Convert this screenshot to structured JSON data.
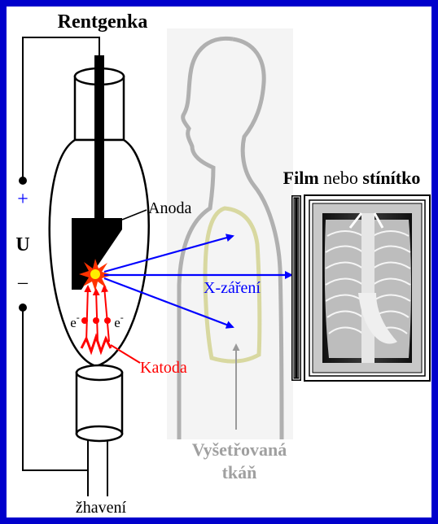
{
  "labels": {
    "title": "Rentgenka",
    "anode": "Anoda",
    "cathode": "Katoda",
    "xray": "X-záření",
    "electron": "e",
    "electron_sup": "-",
    "plus": "+",
    "voltage": "U",
    "minus": "–",
    "heating": "žhavení",
    "film_bold": "Film",
    "film_mid": " nebo ",
    "film_screen": "stínítko",
    "tissue_line1": "Vyšetřovaná",
    "tissue_line2": "tkáň"
  },
  "colors": {
    "frame": "#0000cc",
    "background": "#ffffff",
    "xray_arrows": "#0000ff",
    "cathode": "#ff0000",
    "tissue_label": "#a0a0a0",
    "body_outline": "#b0b0b0",
    "lung_outline": "#d8d8a0"
  }
}
